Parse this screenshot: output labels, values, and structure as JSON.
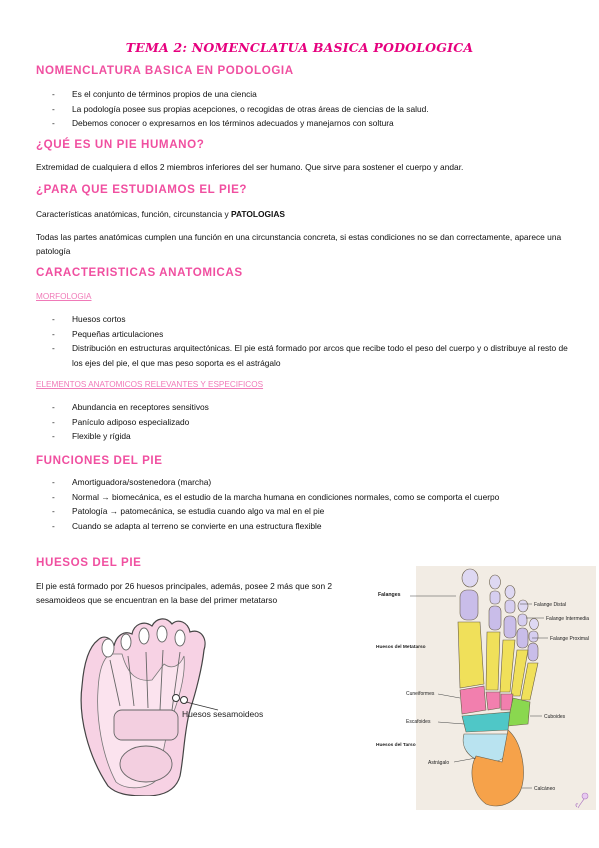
{
  "title": "TEMA 2: NOMENCLATUA BASICA PODOLOGICA",
  "s1": {
    "heading": "NOMENCLATURA BASICA EN PODOLOGIA",
    "items": [
      "Es el conjunto de términos propios de una ciencia",
      "La podología posee sus propias acepciones, o recogidas de otras áreas de ciencias de la salud.",
      "Debemos conocer o expresarnos en los términos adecuados y manejarnos con soltura"
    ]
  },
  "s2": {
    "heading": "¿QUÉ ES UN PIE HUMANO?",
    "text": "Extremidad de cualquiera d ellos 2 miembros inferiores del ser humano. Que sirve para sostener el cuerpo y andar."
  },
  "s3": {
    "heading": "¿PARA QUE ESTUDIAMOS EL PIE?",
    "text_a": "Características anatómicas, función, circunstancia y",
    "text_a_bold": "PATOLOGIAS",
    "text_b": "Todas las partes anatómicas cumplen una función en una circunstancia concreta, si estas condiciones no se dan correctamente, aparece una patología"
  },
  "s4": {
    "heading": "CARACTERISTICAS ANATOMICAS",
    "sub1": "MORFOLOGIA",
    "items1": [
      "Huesos cortos",
      "Pequeñas articulaciones",
      "Distribución en estructuras arquitectónicas. El pie está formado por arcos que recibe todo el peso del cuerpo y o distribuye al resto de los ejes del pie, el que mas peso soporta es el astrágalo"
    ],
    "sub2": "ELEMENTOS ANATOMICOS RELEVANTES Y ESPECIFICOS",
    "items2": [
      "Abundancia en receptores sensitivos",
      "Panículo adiposo especializado",
      "Flexible y rígida"
    ]
  },
  "s5": {
    "heading": "FUNCIONES DEL PIE",
    "items": [
      "Amortiguadora/sostenedora (marcha)",
      "Normal → biomecánica, es el estudio de la marcha humana en condiciones normales, como se comporta el cuerpo",
      "Patología → patomecánica, se estudia cuando algo va mal en el pie",
      "Cuando se adapta al terreno se convierte en una estructura flexible"
    ]
  },
  "s6": {
    "heading": "HUESOS DEL PIE",
    "text": "El pie está formado por 26 huesos principales, además, posee 2 más que son 2 sesamoideos que se encuentran en la base del primer metatarso"
  },
  "fig1": {
    "label": "Huesos sesamoideos"
  },
  "fig2": {
    "falanges": "Falanges",
    "metatarso": "Huesos del Metatarso",
    "tarso": "Huesos del Tarso",
    "distal": "Falange Distal",
    "intermedia": "Falange Intermedia",
    "proximal": "Falange Proximal",
    "cuneiformes": "Cuneiformes",
    "escafoides": "Escafoides",
    "cuboides": "Cuboides",
    "astragalo": "Astrágalo",
    "calcaneo": "Calcáneo"
  },
  "colors": {
    "title": "#e6007e",
    "heading": "#f04fa0",
    "sub": "#f07ab8"
  }
}
